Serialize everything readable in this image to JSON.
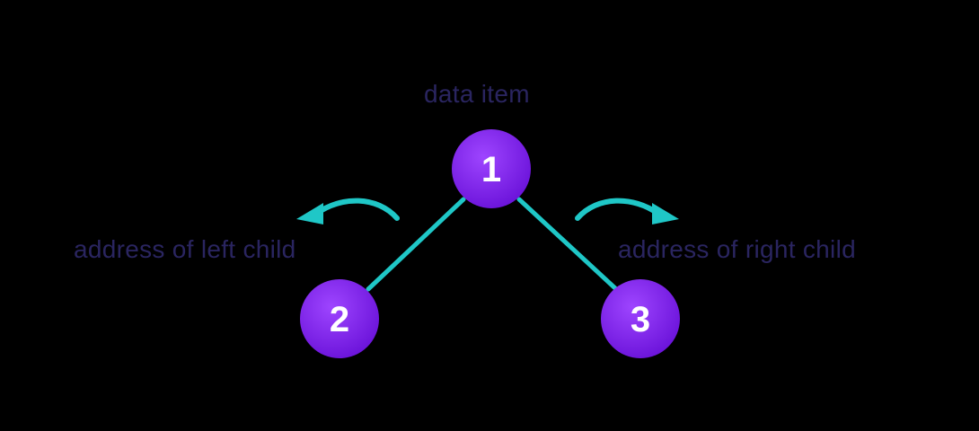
{
  "labels": {
    "data_item": "data item",
    "left_child": "address of left child",
    "right_child": "address of right child"
  },
  "nodes": [
    {
      "id": "1"
    },
    {
      "id": "2"
    },
    {
      "id": "3"
    }
  ],
  "colors": {
    "background": "#000000",
    "node_fill": "#8B2BF5",
    "node_fill_dark": "#6A12D9",
    "node_text": "#FFFFFF",
    "edge": "#1FC7C7",
    "arrow": "#1FC7C7",
    "label_text": "#2A2560"
  }
}
